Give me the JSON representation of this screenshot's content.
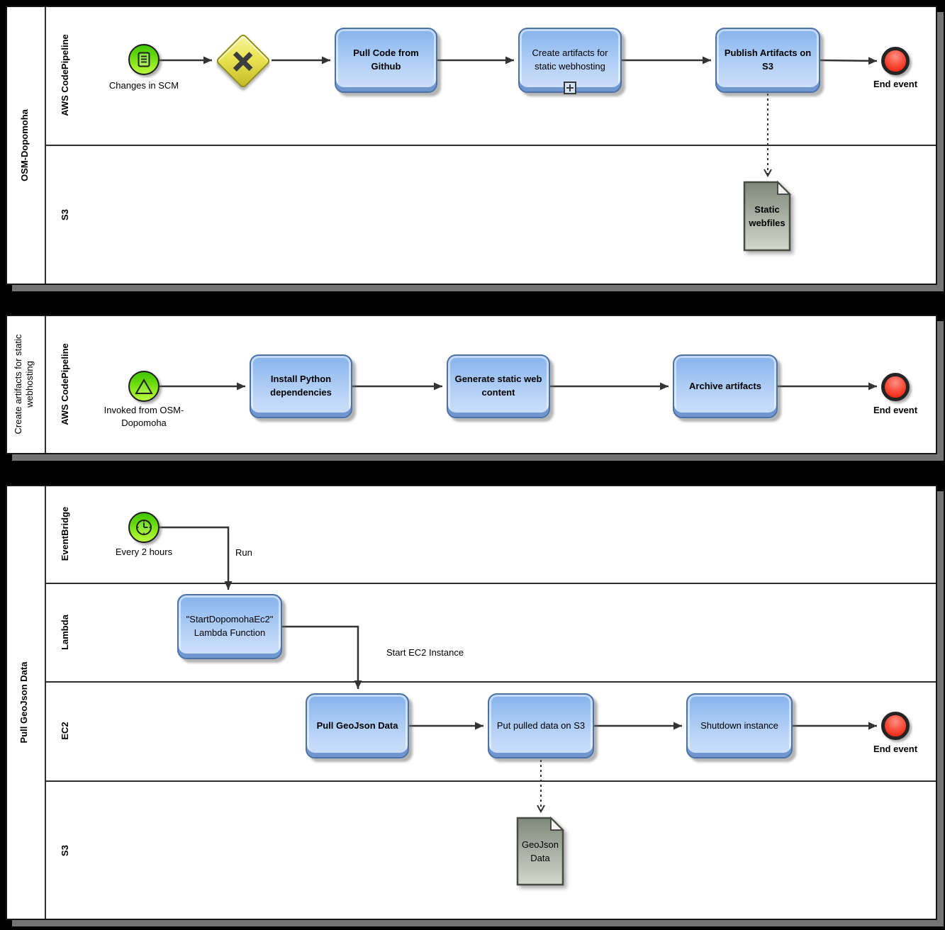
{
  "diagram_type": "BPMN process diagram",
  "pool1": {
    "label": "OSM-Dopomoha",
    "lane1": "AWS CodePipeline",
    "lane2": "S3",
    "start_label": "Changes in SCM",
    "task1": "Pull Code from Github",
    "task2": "Create artifacts for static webhosting",
    "task3": "Publish Artifacts on S3",
    "end_label": "End event",
    "data_object": "Static webfiles"
  },
  "pool2": {
    "label": "Create artifacts for static webhosting",
    "lane1": "AWS CodePipeline",
    "start_label": "Invoked from OSM-Dopomoha",
    "task1": "Install Python dependencies",
    "task2": "Generate static web content",
    "task3": "Archive artifacts",
    "end_label": "End event"
  },
  "pool3": {
    "label": "Pull GeoJson Data",
    "lane1": "EventBridge",
    "lane2": "Lambda",
    "lane3": "EC2",
    "lane4": "S3",
    "start_label": "Every 2 hours",
    "edge_run": "Run",
    "task1": "\"StartDopomohaEc2\" Lambda Function",
    "edge_start_ec2": "Start EC2 Instance",
    "task2": "Pull GeoJson Data",
    "task3": "Put pulled data on S3",
    "task4": "Shutdown instance",
    "end_label": "End event",
    "data_object": "GeoJson Data"
  },
  "colors": {
    "background": "#000000",
    "pool_fill": "#ffffff",
    "pool_shadow": "#747474",
    "task_fill_top": "#85b2ec",
    "task_fill_bottom": "#cfe1fb",
    "task_border": "#4a72a8",
    "start_event_green": "#63d80a",
    "end_event_red": "#ea1400",
    "gateway_yellow": "#eae353",
    "data_object_gray_top": "#7f897b",
    "data_object_gray_bottom": "#d3d7cc",
    "flow_line": "#333333"
  }
}
